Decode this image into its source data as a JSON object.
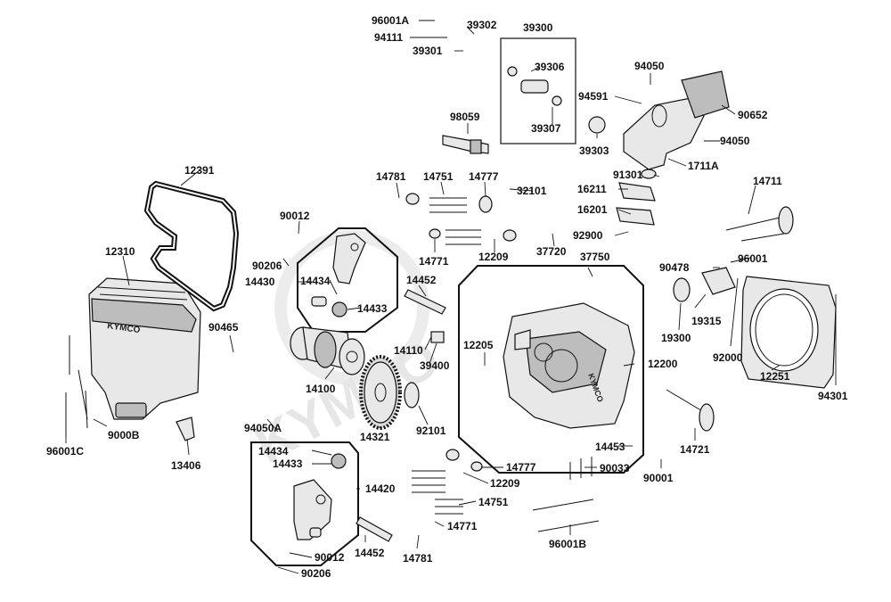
{
  "watermark": "KYMCO",
  "cover_brand": "KYMCO",
  "head_brand": "KYMCO",
  "labels": {
    "l96001A": "96001A",
    "l94111": "94111",
    "l39302": "39302",
    "l39301": "39301",
    "l39300": "39300",
    "l39306": "39306",
    "l39307": "39307",
    "l39303": "39303",
    "l94050a": "94050",
    "l94591": "94591",
    "l90652": "90652",
    "l94050b": "94050",
    "l1711A": "1711A",
    "l98059": "98059",
    "l91301": "91301",
    "l16211": "16211",
    "l16201": "16201",
    "l92900": "92900",
    "l12391": "12391",
    "l14781a": "14781",
    "l14751a": "14751",
    "l14777a": "14777",
    "l32101": "32101",
    "l14711": "14711",
    "l90012a": "90012",
    "l90206a": "90206",
    "l14430": "14430",
    "l14434a": "14434",
    "l14433a": "14433",
    "l14771a": "14771",
    "l12209a": "12209",
    "l37720": "37720",
    "l37750": "37750",
    "l90478": "90478",
    "l96001": "96001",
    "l12310": "12310",
    "l14452a": "14452",
    "l19315": "19315",
    "l19300": "19300",
    "l90465": "90465",
    "l12205": "12205",
    "l14110": "14110",
    "l39400": "39400",
    "l12200": "12200",
    "l92000": "92000",
    "l12251": "12251",
    "l94301": "94301",
    "l14100": "14100",
    "l96001C": "96001C",
    "l9000B": "9000B",
    "l13406": "13406",
    "l94050A": "94050A",
    "l14321": "14321",
    "l92101": "92101",
    "l14721": "14721",
    "l14453": "14453",
    "l14434b": "14434",
    "l14433b": "14433",
    "l14420": "14420",
    "l14777b": "14777",
    "l12209b": "12209",
    "l90033": "90033",
    "l90001": "90001",
    "l14751b": "14751",
    "l14771b": "14771",
    "l14452b": "14452",
    "l14781b": "14781",
    "l96001B": "96001B",
    "l90012b": "90012",
    "l90206b": "90206"
  }
}
